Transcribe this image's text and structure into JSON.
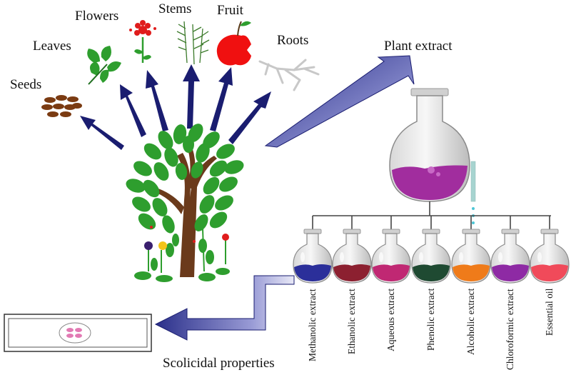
{
  "plant_parts": {
    "seeds": "Seeds",
    "leaves": "Leaves",
    "flowers": "Flowers",
    "stems": "Stems",
    "fruit": "Fruit",
    "roots": "Roots"
  },
  "plant_extract_label": "Plant extract",
  "scolicidal_label": "Scolicidal properties",
  "extracts": [
    {
      "label": "Methanolic extract",
      "color": "#2b2f9a"
    },
    {
      "label": "Ethanolic extract",
      "color": "#8c2030"
    },
    {
      "label": "Aqueous extract",
      "color": "#c02873"
    },
    {
      "label": "Phenolic extract",
      "color": "#1f4a32"
    },
    {
      "label": "Alcoholic extract",
      "color": "#ef7b1a"
    },
    {
      "label": "Chloroformic extract",
      "color": "#8e2aa4"
    },
    {
      "label": "Essential oil",
      "color": "#f04a5a"
    }
  ],
  "colors": {
    "arrow": "#1a1d70",
    "leaf": "#2e9e2e",
    "trunk": "#6b3a1b",
    "main_flask_liquid": "#a12d9e",
    "fruit": "#f01010"
  }
}
